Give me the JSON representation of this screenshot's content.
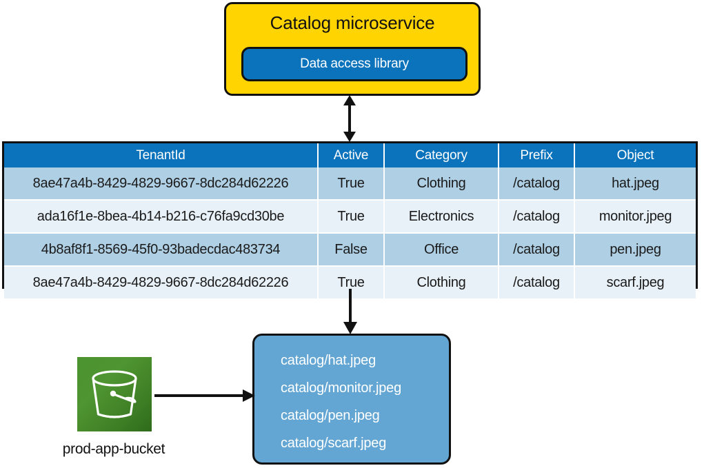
{
  "service": {
    "title": "Catalog microservice",
    "library_label": "Data access library",
    "box_color": "#FFD400",
    "library_color": "#0B72BC"
  },
  "table": {
    "header_color": "#0B72BC",
    "row_alt_color": "#AFCFE4",
    "row_color": "#E8F1F8",
    "columns": [
      "TenantId",
      "Active",
      "Category",
      "Prefix",
      "Object"
    ],
    "rows": [
      {
        "tenant_id": "8ae47a4b-8429-4829-9667-8dc284d62226",
        "active": "True",
        "category": "Clothing",
        "prefix": "/catalog",
        "object": "hat.jpeg"
      },
      {
        "tenant_id": "ada16f1e-8bea-4b14-b216-c76fa9cd30be",
        "active": "True",
        "category": "Electronics",
        "prefix": "/catalog",
        "object": "monitor.jpeg"
      },
      {
        "tenant_id": "4b8af8f1-8569-45f0-93badecdac483734",
        "active": "False",
        "category": "Office",
        "prefix": "/catalog",
        "object": "pen.jpeg"
      },
      {
        "tenant_id": "8ae47a4b-8429-4829-9667-8dc284d62226",
        "active": "True",
        "category": "Clothing",
        "prefix": "/catalog",
        "object": "scarf.jpeg"
      }
    ]
  },
  "objects_box": {
    "color": "#63A6D4",
    "lines": [
      "catalog/hat.jpeg",
      "catalog/monitor.jpeg",
      "catalog/pen.jpeg",
      "catalog/scarf.jpeg"
    ]
  },
  "bucket": {
    "label": "prod-app-bucket",
    "icon": "s3-bucket-icon",
    "color": "#4B932F"
  },
  "connectors": [
    {
      "name": "service-to-table",
      "type": "double-headed-vertical"
    },
    {
      "name": "table-to-objects",
      "type": "single-down"
    },
    {
      "name": "bucket-to-objects",
      "type": "single-right"
    }
  ]
}
